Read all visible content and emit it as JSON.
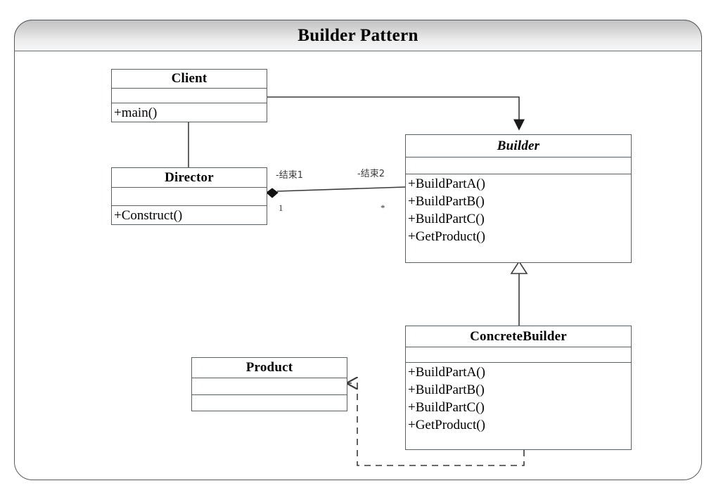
{
  "diagram": {
    "title": "Builder Pattern",
    "type": "uml-class-diagram",
    "frame_border_color": "#555a5e",
    "header_gradient_from": "#c2c2c2",
    "header_gradient_to": "#f7f7f7",
    "line_color": "#3a3a3a"
  },
  "classes": {
    "client": {
      "name": "Client",
      "stereotype": "",
      "abstract": false,
      "attributes": [],
      "operations": [
        "+main()"
      ]
    },
    "director": {
      "name": "Director",
      "stereotype": "",
      "abstract": false,
      "attributes": [],
      "operations": [
        "+Construct()"
      ]
    },
    "builder": {
      "name": "Builder",
      "stereotype": "",
      "abstract": true,
      "attributes": [],
      "operations": [
        "+BuildPartA()",
        "+BuildPartB()",
        "+BuildPartC()",
        "+GetProduct()"
      ]
    },
    "concrete_builder": {
      "name": "ConcreteBuilder",
      "stereotype": "",
      "abstract": false,
      "attributes": [],
      "operations": [
        "+BuildPartA()",
        "+BuildPartB()",
        "+BuildPartC()",
        "+GetProduct()"
      ]
    },
    "product": {
      "name": "Product",
      "stereotype": "",
      "abstract": false,
      "attributes": [],
      "operations": []
    }
  },
  "relationships": {
    "client_to_builder": {
      "kind": "association-directed",
      "from": "Client",
      "to": "Builder",
      "label": ""
    },
    "client_to_director": {
      "kind": "association",
      "from": "Client",
      "to": "Director",
      "label": ""
    },
    "director_to_builder": {
      "kind": "composition",
      "from": "Director",
      "to": "Builder",
      "source_role": "-结束1",
      "target_role": "-结束2",
      "source_multiplicity": "1",
      "target_multiplicity": "*"
    },
    "concrete_builder_to_builder": {
      "kind": "generalization",
      "from": "ConcreteBuilder",
      "to": "Builder",
      "label": ""
    },
    "concrete_builder_to_product": {
      "kind": "dependency",
      "from": "ConcreteBuilder",
      "to": "Product",
      "label": ""
    }
  }
}
